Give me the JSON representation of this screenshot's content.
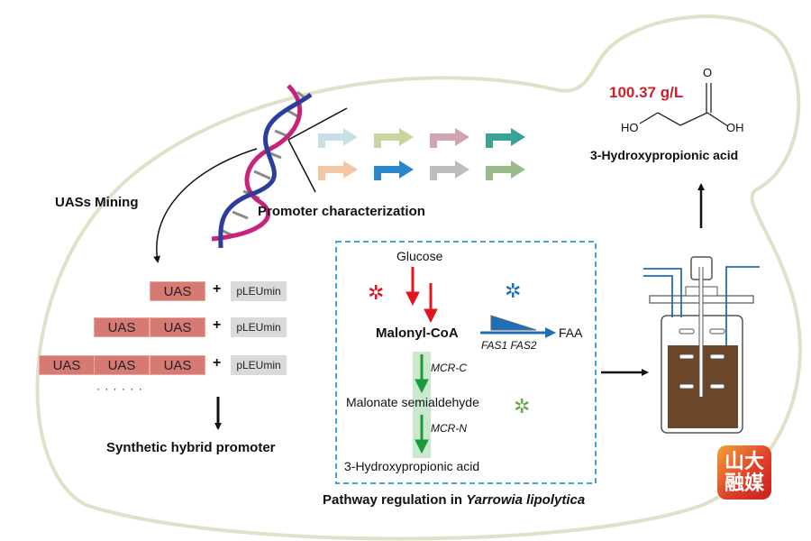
{
  "figure": {
    "labels": {
      "uas_mining": "UASs Mining",
      "promoter_characterization": "Promoter characterization",
      "synthetic_hybrid_promoter": "Synthetic hybrid promoter",
      "pathway_regulation_prefix": "Pathway regulation in ",
      "pathway_regulation_organism": "Yarrowia lipolytica",
      "product_name": "3-Hydroxypropionic acid",
      "titer": "100.37 g/L"
    },
    "titer_color": "#d0202a",
    "uas_constructs": [
      {
        "uas_count": 1,
        "uas_label": "UAS",
        "core_promoter": "pLEUmin"
      },
      {
        "uas_count": 2,
        "uas_label": "UAS",
        "core_promoter": "pLEUmin"
      },
      {
        "uas_count": 3,
        "uas_label": "UAS",
        "core_promoter": "pLEUmin"
      }
    ],
    "plus_sign": "+",
    "ellipsis": "· · · · · ·",
    "promoter_arrow_colors": [
      "#c9dfe6",
      "#c7d69e",
      "#d1a5b0",
      "#3aa397",
      "#f3c6a6",
      "#2b86c9",
      "#bdbdbd",
      "#9bba8c"
    ],
    "pathway": {
      "glucose": "Glucose",
      "malonyl_coa": "Malonyl-CoA",
      "faa": "FAA",
      "fas_genes": "FAS1 FAS2",
      "mcr_c": "MCR-C",
      "malonate_semialdehyde": "Malonate semialdehyde",
      "mcr_n": "MCR-N",
      "product": "3-Hydroxypropionic acid"
    },
    "structure_atoms": {
      "oxygen": "O",
      "ho": "HO",
      "oh": "OH"
    },
    "logo": {
      "line1": "山大",
      "line2": "融媒"
    },
    "colors": {
      "cell_outline": "#dfe2c8",
      "dashed_box": "#3ea6dc",
      "red_arrow": "#e0141e",
      "blue_arrow": "#1e6fb8",
      "green_arrow": "#1a9a3c",
      "gear_red": "#e0141e",
      "gear_blue": "#1e6fb8",
      "gear_green": "#6aa84f",
      "broth": "#6b4628"
    }
  }
}
